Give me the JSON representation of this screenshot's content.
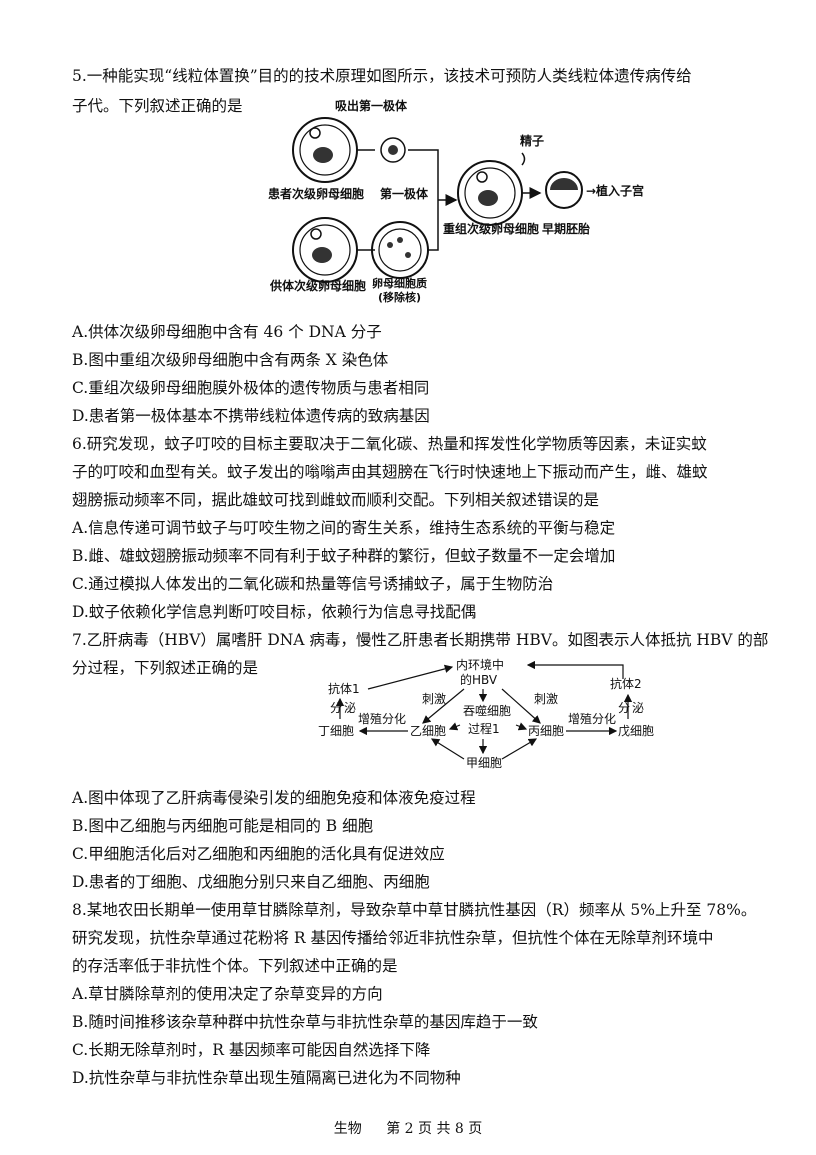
{
  "q5": {
    "stem1": "5.一种能实现“线粒体置换”目的的技术原理如图所示，该技术可预防人类线粒体遗传病传给",
    "stem2": "子代。下列叙述正确的是",
    "fig": {
      "l_suck": "吸出第一极体",
      "l_patient": "患者次级卵母细胞",
      "l_polar": "第一极体",
      "l_sperm": "精子",
      "l_implant": "→植入子宫",
      "l_recombined": "重组次级卵母细胞",
      "l_embryo": "早期胚胎",
      "l_donor": "供体次级卵母细胞",
      "l_cyto1": "卵母细胞质",
      "l_cyto2": "(移除核)"
    },
    "options": [
      "A.供体次级卵母细胞中含有 46 个 DNA 分子",
      "B.图中重组次级卵母细胞中含有两条 X 染色体",
      "C.重组次级卵母细胞膜外极体的遗传物质与患者相同",
      "D.患者第一极体基本不携带线粒体遗传病的致病基因"
    ]
  },
  "q6": {
    "stem1": "6.研究发现，蚊子叮咬的目标主要取决于二氧化碳、热量和挥发性化学物质等因素，未证实蚊",
    "stem2": "子的叮咬和血型有关。蚊子发出的嗡嗡声由其翅膀在飞行时快速地上下振动而产生，雌、雄蚊",
    "stem3": "翅膀振动频率不同，据此雄蚊可找到雌蚊而顺利交配。下列相关叙述错误的是",
    "options": [
      "A.信息传递可调节蚊子与叮咬生物之间的寄生关系，维持生态系统的平衡与稳定",
      "B.雌、雄蚊翅膀振动频率不同有利于蚊子种群的繁衍，但蚊子数量不一定会增加",
      "C.通过模拟人体发出的二氧化碳和热量等信号诱捕蚊子，属于生物防治",
      "D.蚊子依赖化学信息判断叮咬目标，依赖行为信息寻找配偶"
    ]
  },
  "q7": {
    "stem1": "7.乙肝病毒（HBV）属嗜肝 DNA 病毒，慢性乙肝患者长期携带 HBV。如图表示人体抵抗 HBV 的部",
    "stem2": "分过程，下列叙述正确的是",
    "fig": {
      "hbv1": "内环境中",
      "hbv2": "的HBV",
      "ab1": "抗体1",
      "ab2": "抗体2",
      "stim_l": "刺激",
      "stim_r": "刺激",
      "sec_l1": "分",
      "sec_l2": "泌",
      "sec_r1": "分",
      "sec_r2": "泌",
      "prolif_l": "增殖分化",
      "prolif_r": "增殖分化",
      "ding": "丁细胞",
      "yi": "乙细胞",
      "mac1": "吞噬细胞",
      "mac2": "过程1",
      "bing": "丙细胞",
      "wu": "戊细胞",
      "jia": "甲细胞"
    },
    "options": [
      "A.图中体现了乙肝病毒侵染引发的细胞免疫和体液免疫过程",
      "B.图中乙细胞与丙细胞可能是相同的 B 细胞",
      "C.甲细胞活化后对乙细胞和丙细胞的活化具有促进效应",
      "D.患者的丁细胞、戊细胞分别只来自乙细胞、丙细胞"
    ]
  },
  "q8": {
    "stem1": "8.某地农田长期单一使用草甘膦除草剂，导致杂草中草甘膦抗性基因（R）频率从 5%上升至 78%。",
    "stem2": "研究发现，抗性杂草通过花粉将 R 基因传播给邻近非抗性杂草，但抗性个体在无除草剂环境中",
    "stem3": "的存活率低于非抗性个体。下列叙述中正确的是",
    "options": [
      "A.草甘膦除草剂的使用决定了杂草变异的方向",
      "B.随时间推移该杂草种群中抗性杂草与非抗性杂草的基因库趋于一致",
      "C.长期无除草剂时，R 基因频率可能因自然选择下降",
      "D.抗性杂草与非抗性杂草出现生殖隔离已进化为不同物种"
    ]
  },
  "footer": {
    "subject": "生物",
    "page": "第 2 页 共 8 页"
  }
}
